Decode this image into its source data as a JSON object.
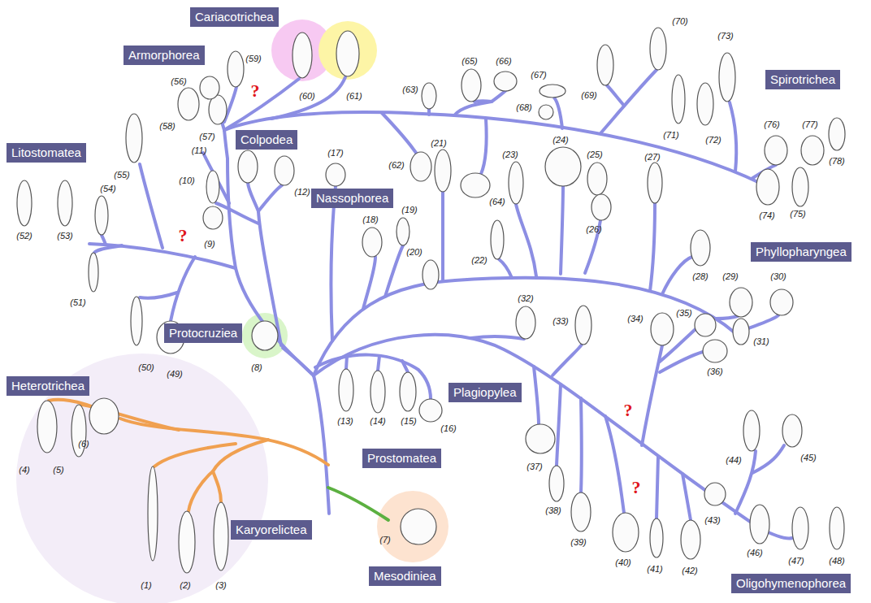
{
  "diagram": {
    "nodes": [
      {
        "text": [
          "Cariacotrichea"
        ]
      },
      {
        "text": [
          "Armorphorea"
        ]
      },
      {
        "text": [
          "Spirotrichea"
        ]
      },
      {
        "text": [
          "Colpodea"
        ]
      },
      {
        "text": [
          "Litostomatea"
        ]
      },
      {
        "text": [
          "Nassophorea"
        ]
      },
      {
        "text": [
          "Phyllopharyngea"
        ]
      },
      {
        "text": [
          "Protocruziea"
        ]
      },
      {
        "text": [
          "Heterotrichea"
        ]
      },
      {
        "text": [
          "Plagiopylea"
        ]
      },
      {
        "text": [
          "Prostomatea"
        ]
      },
      {
        "text": [
          "Karyorelictea"
        ]
      },
      {
        "text": [
          "Mesodiniea"
        ]
      },
      {
        "text": [
          "Oligohymenophorea"
        ]
      }
    ],
    "labels": [
      "(1)",
      "(2)",
      "(3)",
      "(4)",
      "(5)",
      "(6)",
      "(7)",
      "(8)",
      "(9)",
      "(10)",
      "(11)",
      "(12)",
      "(13)",
      "(14)",
      "(15)",
      "(16)",
      "(17)",
      "(18)",
      "(19)",
      "(20)",
      "(21)",
      "(22)",
      "(23)",
      "(24)",
      "(25)",
      "(26)",
      "(27)",
      "(28)",
      "(29)",
      "(30)",
      "(31)",
      "(32)",
      "(33)",
      "(34)",
      "(35)",
      "(36)",
      "(37)",
      "(38)",
      "(39)",
      "(40)",
      "(41)",
      "(42)",
      "(43)",
      "(44)",
      "(45)",
      "(46)",
      "(47)",
      "(48)",
      "(49)",
      "(50)",
      "(51)",
      "(52)",
      "(53)",
      "(54)",
      "(55)",
      "(56)",
      "(57)",
      "(58)",
      "(59)",
      "(60)",
      "(61)",
      "(62)",
      "(63)",
      "(64)",
      "(65)",
      "(66)",
      "(67)",
      "(68)",
      "(69)",
      "(70)",
      "(71)",
      "(72)",
      "(73)",
      "(74)",
      "(75)",
      "(76)",
      "(77)",
      "(78)",
      "?",
      "?",
      "?",
      "?"
    ]
  }
}
